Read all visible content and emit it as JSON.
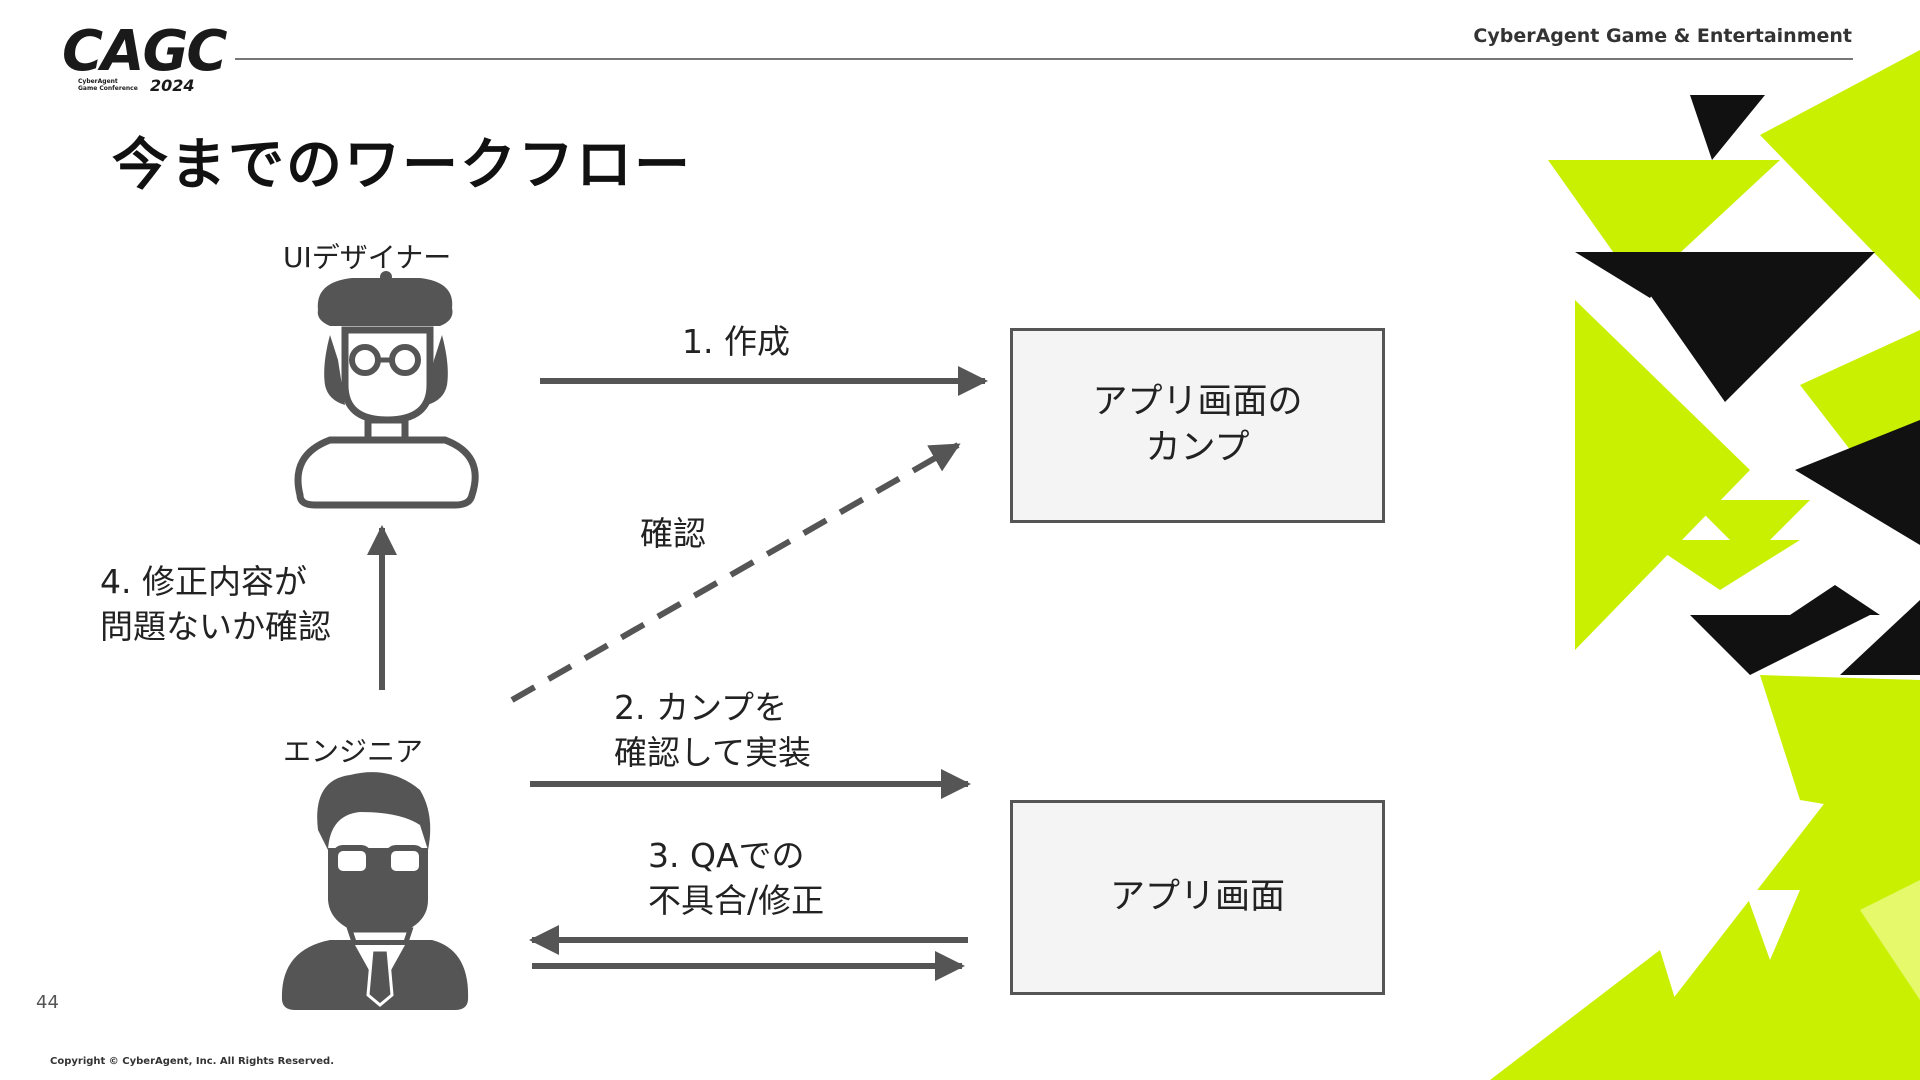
{
  "header": {
    "logo": "CAGC",
    "logo_subtitle_line1": "CyberAgent",
    "logo_subtitle_line2": "Game Conference",
    "logo_year": "2024",
    "company": "CyberAgent Game & Entertainment"
  },
  "title": "今までのワークフロー",
  "actors": {
    "designer": "UIデザイナー",
    "engineer": "エンジニア"
  },
  "boxes": {
    "mockup": "アプリ画面の\nカンプ",
    "app": "アプリ画面"
  },
  "steps": {
    "create": "1. 作成",
    "confirm": "確認",
    "implement_line1": "2. カンプを",
    "implement_line2": "確認して実装",
    "qa_line1": "3. QAでの",
    "qa_line2": "不具合/修正",
    "review_line1": "4. 修正内容が",
    "review_line2": "問題ないか確認"
  },
  "footer": {
    "page_number": "44",
    "copyright": "Copyright © CyberAgent, Inc. All Rights Reserved."
  },
  "colors": {
    "accent": "#c8f000",
    "arrow": "#555555",
    "icon": "#555555",
    "black": "#111111"
  },
  "icons": [
    "designer-avatar-icon",
    "engineer-avatar-icon"
  ]
}
